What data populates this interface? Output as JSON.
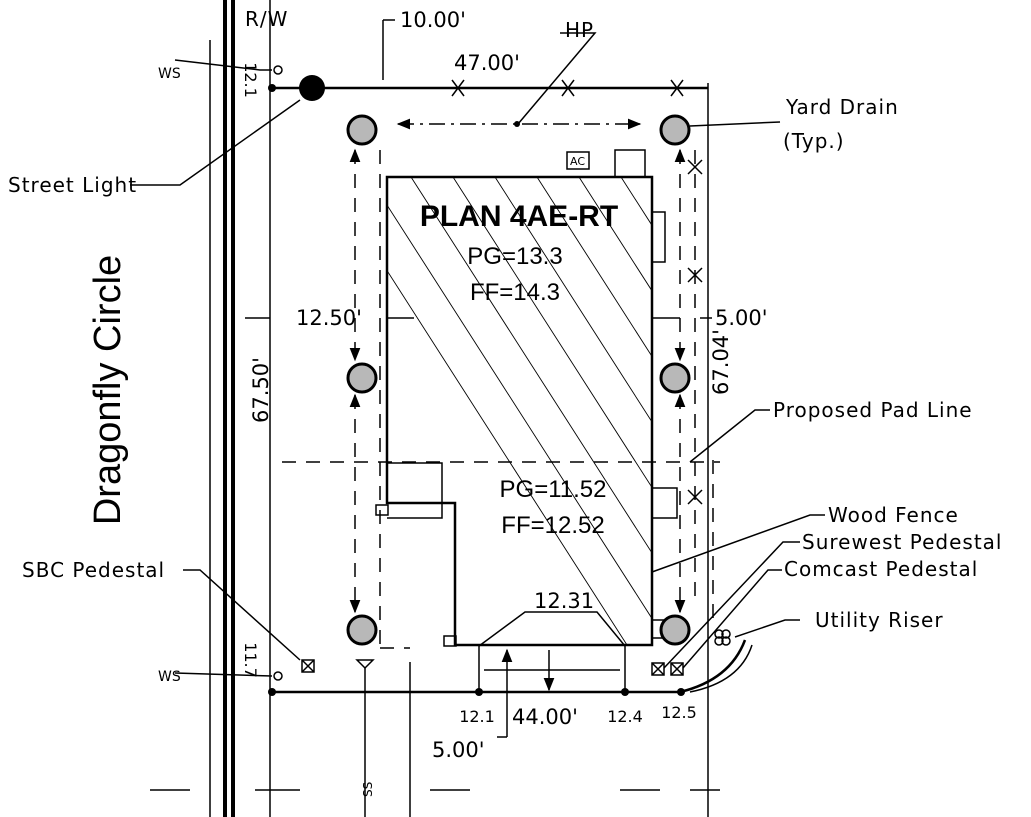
{
  "street": {
    "name": "Dragonfly Circle",
    "row_label": "R/W"
  },
  "plan": {
    "title": "PLAN 4AE-RT",
    "upper_pg": "PG=13.3",
    "upper_ff": "FF=14.3",
    "lower_pg": "PG=11.52",
    "lower_ff": "FF=12.52",
    "ac_label": "AC"
  },
  "dimensions": {
    "setback_top": "10.00'",
    "lot_width_top": "47.00'",
    "setback_left": "12.50'",
    "setback_right": "5.00'",
    "depth_left": "67.50'",
    "depth_right": "67.04'",
    "front_width": "44.00'",
    "front_setback": "5.00'",
    "front_elev": "12.31"
  },
  "elevations": {
    "top_left": "12.1",
    "bottom_left": "11.7",
    "front_left": "12.1",
    "front_mid": "12.4",
    "front_right": "12.5"
  },
  "labels": {
    "hp": "HP",
    "ws_top": "WS",
    "ws_bottom": "WS",
    "ss": "SS",
    "street_light": "Street Light",
    "yard_drain_1": "Yard Drain",
    "yard_drain_2": "(Typ.)",
    "proposed_pad_line": "Proposed Pad Line",
    "wood_fence": "Wood Fence",
    "surewest_pedestal": "Surewest Pedestal",
    "comcast_pedestal": "Comcast Pedestal",
    "utility_riser": "Utility Riser",
    "sbc_pedestal": "SBC Pedestal"
  }
}
